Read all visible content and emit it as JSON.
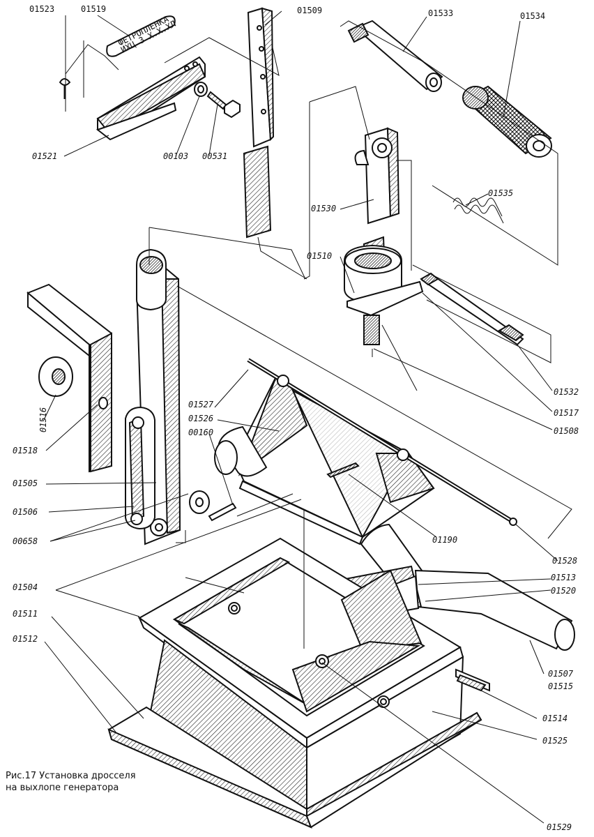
{
  "caption": {
    "line1": "Рис.17 Установка дросселя",
    "line2": "на выхлопе генератора"
  },
  "plate_text": {
    "line1": "ФЕТРОПЛЕНКА",
    "line2": "ИХЦ 3 Х.Х.ХЛ"
  },
  "labels": [
    {
      "id": "01523",
      "text": "01523"
    },
    {
      "id": "01519",
      "text": "01519"
    },
    {
      "id": "01509",
      "text": "01509"
    },
    {
      "id": "01533",
      "text": "01533"
    },
    {
      "id": "01534",
      "text": "01534"
    },
    {
      "id": "01521",
      "text": "01521"
    },
    {
      "id": "00103",
      "text": "00103"
    },
    {
      "id": "00531",
      "text": "00531"
    },
    {
      "id": "01535",
      "text": "01535"
    },
    {
      "id": "01530",
      "text": "01530"
    },
    {
      "id": "01510",
      "text": "01510"
    },
    {
      "id": "01516",
      "text": "01516"
    },
    {
      "id": "01518",
      "text": "01518"
    },
    {
      "id": "01527",
      "text": "01527"
    },
    {
      "id": "01526",
      "text": "01526"
    },
    {
      "id": "00160",
      "text": "00160"
    },
    {
      "id": "01532",
      "text": "01532"
    },
    {
      "id": "01517",
      "text": "01517"
    },
    {
      "id": "01508",
      "text": "01508"
    },
    {
      "id": "01505",
      "text": "01505"
    },
    {
      "id": "01506",
      "text": "01506"
    },
    {
      "id": "00658",
      "text": "00658"
    },
    {
      "id": "01190",
      "text": "01190"
    },
    {
      "id": "01528",
      "text": "01528"
    },
    {
      "id": "01504",
      "text": "01504"
    },
    {
      "id": "01513",
      "text": "01513"
    },
    {
      "id": "01520",
      "text": "01520"
    },
    {
      "id": "01511",
      "text": "01511"
    },
    {
      "id": "01512",
      "text": "01512"
    },
    {
      "id": "01507",
      "text": "01507"
    },
    {
      "id": "01515",
      "text": "01515"
    },
    {
      "id": "01514",
      "text": "01514"
    },
    {
      "id": "01525",
      "text": "01525"
    },
    {
      "id": "01529",
      "text": "01529"
    }
  ]
}
